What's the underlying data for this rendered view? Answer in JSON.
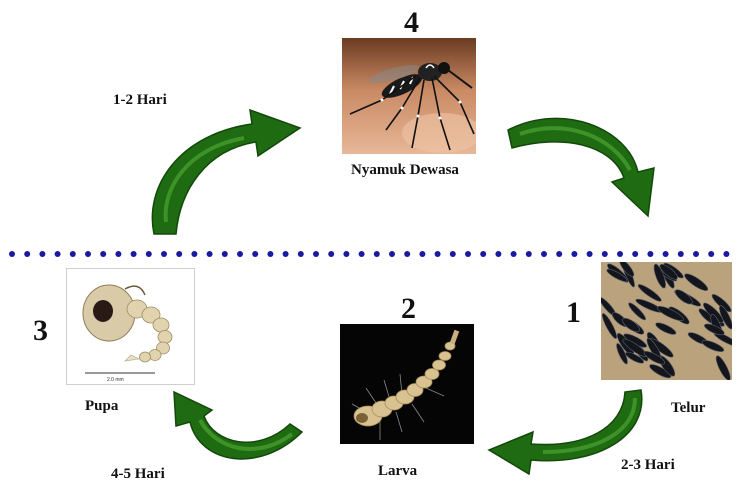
{
  "title_colors": {
    "arrow": "#1f6b12",
    "arrow_light": "#3f9a2a",
    "dots": "#1a1aa0"
  },
  "stages": {
    "adult": {
      "number": "4",
      "label": "Nyamuk Dewasa"
    },
    "egg": {
      "number": "1",
      "label": "Telur"
    },
    "larva": {
      "number": "2",
      "label": "Larva"
    },
    "pupa": {
      "number": "3",
      "label": "Pupa"
    }
  },
  "durations": {
    "pupa_to_adult": "1-2 Hari",
    "larva_to_pupa": "4-5 Hari",
    "egg_to_larva": "2-3 Hari"
  },
  "pupa_scale_label": "2.0 mm"
}
